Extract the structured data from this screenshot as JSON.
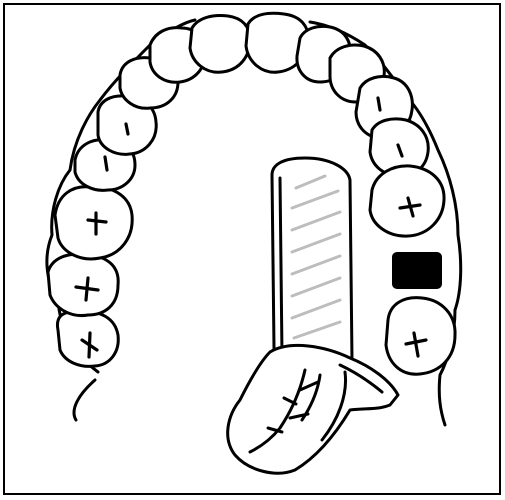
{
  "diagram": {
    "type": "dental-arch-drawing",
    "ink_color": "#000000",
    "hatch_color": "#bdbdbd",
    "background": "#ffffff",
    "teeth": [
      {
        "id": "upper-left-6",
        "mark": "x"
      },
      {
        "id": "upper-left-5",
        "mark": "x"
      },
      {
        "id": "upper-left-4",
        "mark": "x"
      },
      {
        "id": "upper-left-3",
        "mark": "-"
      },
      {
        "id": "upper-left-2",
        "mark": "-"
      },
      {
        "id": "upper-left-1",
        "mark": "none"
      },
      {
        "id": "upper-anterior-1",
        "mark": "none"
      },
      {
        "id": "upper-anterior-2",
        "mark": "none"
      },
      {
        "id": "upper-anterior-3",
        "mark": "none"
      },
      {
        "id": "upper-anterior-4",
        "mark": "none"
      },
      {
        "id": "upper-right-1",
        "mark": "none"
      },
      {
        "id": "upper-right-2",
        "mark": "-"
      },
      {
        "id": "upper-right-3",
        "mark": "-"
      },
      {
        "id": "upper-right-4",
        "mark": "x"
      },
      {
        "id": "upper-right-gap",
        "mark": "filled-black"
      },
      {
        "id": "upper-right-5",
        "mark": "x"
      }
    ]
  }
}
